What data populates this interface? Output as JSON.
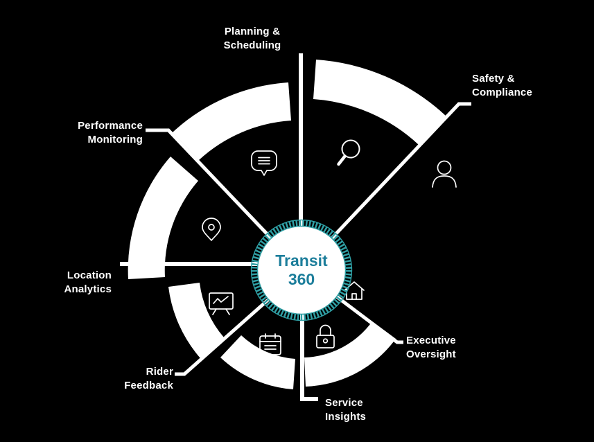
{
  "diagram": {
    "title": "Transit 360",
    "hub": {
      "label": "Transit\n360"
    },
    "labels": {
      "planning": "Planning &\nScheduling",
      "safety": "Safety &\nCompliance",
      "executive": "Executive\nOversight",
      "service": "Service\nInsights",
      "rider": "Rider\nFeedback",
      "location": "Location\nAnalytics",
      "performance": "Performance\nMonitoring"
    },
    "icons": [
      "chat-icon",
      "magnifier-icon",
      "person-icon",
      "pin-icon",
      "monitor-icon",
      "calendar-icon",
      "lock-icon",
      "house-icon"
    ],
    "colors": {
      "background": "#000000",
      "wheel": "#ffffff",
      "hub_fill": "#ffffff",
      "hub_ring": "#2f9fa4",
      "hub_text": "#1d7e9b"
    }
  }
}
